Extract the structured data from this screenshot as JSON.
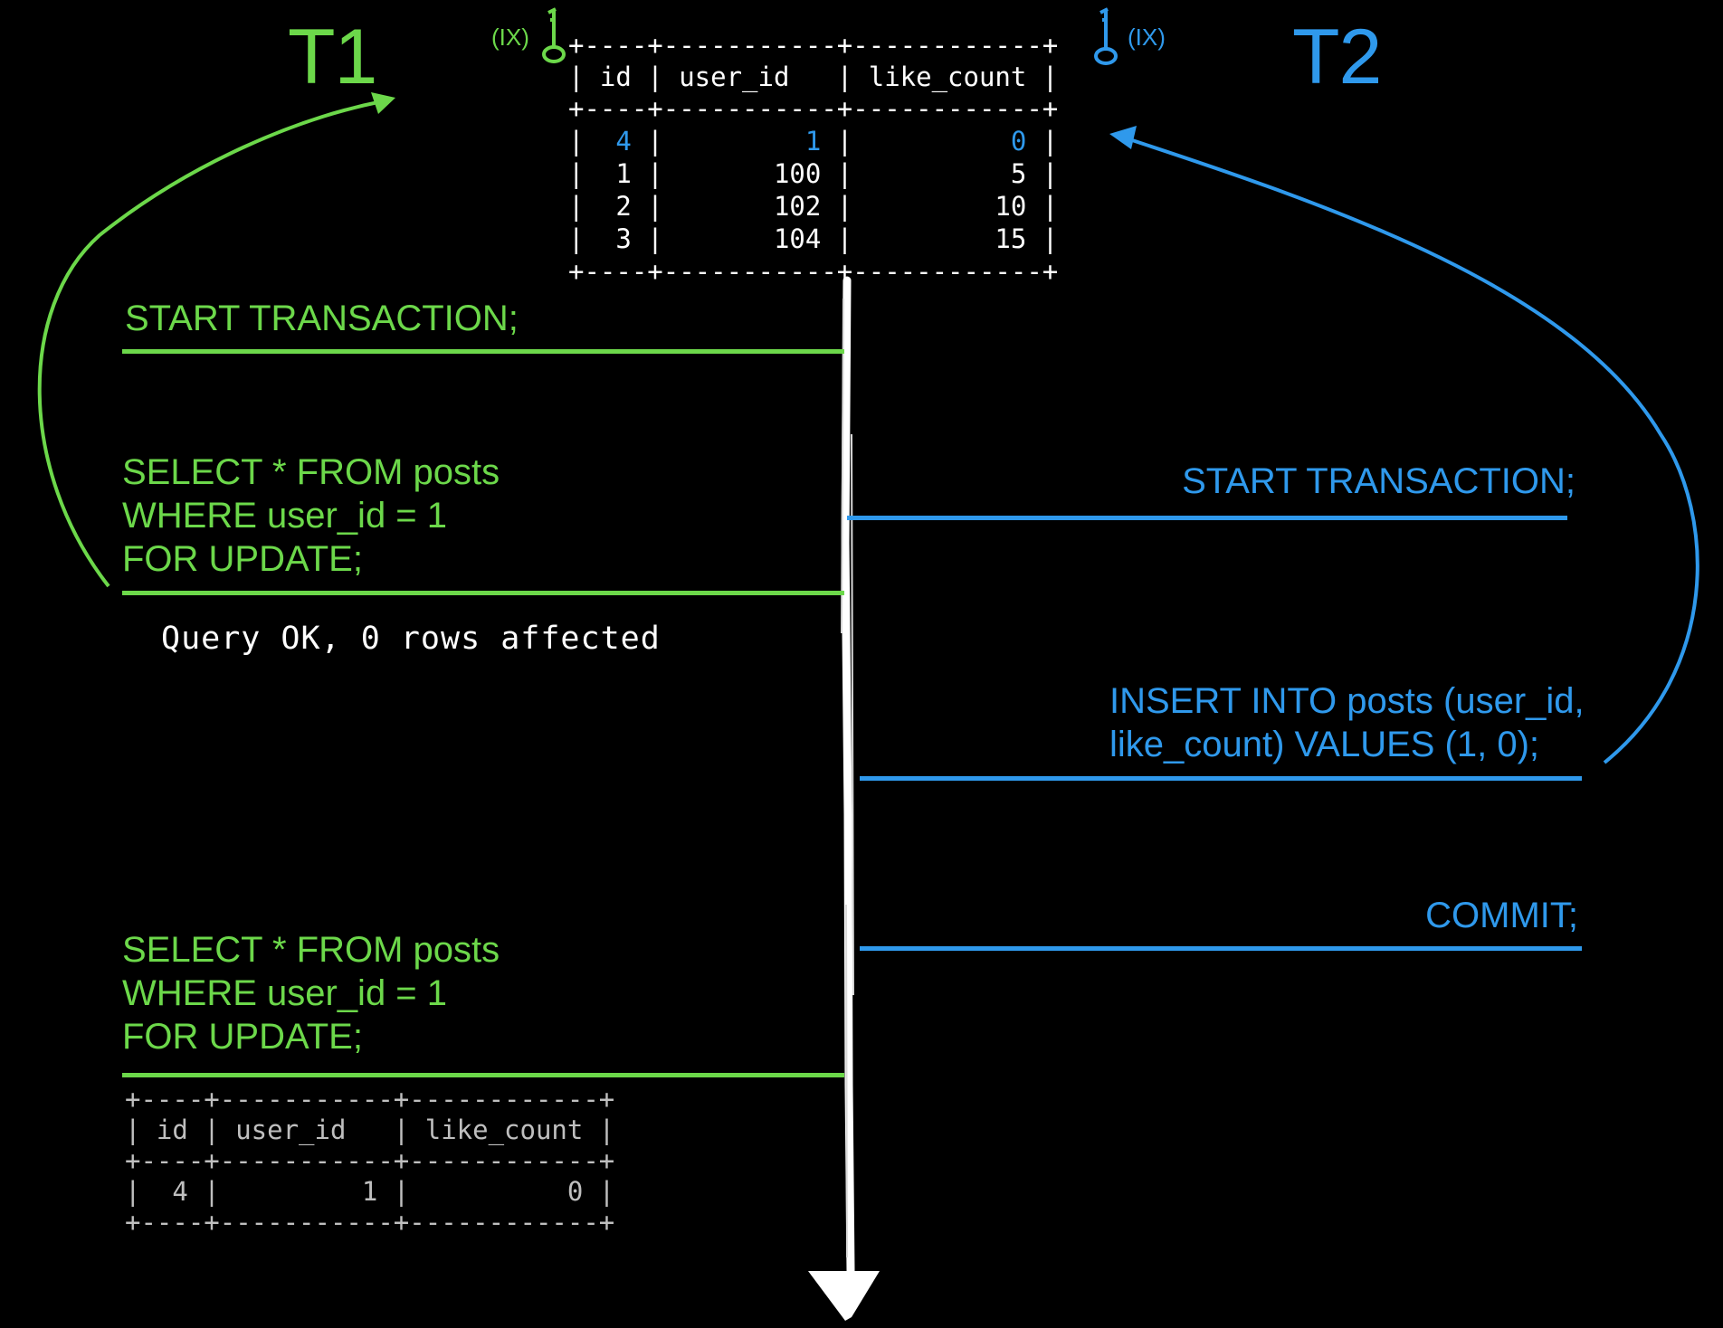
{
  "colors": {
    "background": "#000000",
    "t1": "#6cd84a",
    "t2": "#2f99ec",
    "timeline": "#ffffff",
    "text": "#ffffff",
    "result_table_text": "#bfbfbf"
  },
  "t1": {
    "label": "T1",
    "lock_label": "(IX)",
    "lock_icon": "key-icon",
    "steps": [
      {
        "text": "START TRANSACTION;"
      },
      {
        "text": "SELECT * FROM posts\nWHERE user_id = 1\nFOR UPDATE;"
      },
      {
        "text": "SELECT * FROM posts\nWHERE user_id = 1\nFOR UPDATE;"
      }
    ],
    "query_result": "Query OK, 0 rows affected"
  },
  "t2": {
    "label": "T2",
    "lock_label": "(IX)",
    "lock_icon": "key-icon",
    "steps": [
      {
        "text": "START TRANSACTION;"
      },
      {
        "text": "INSERT INTO posts (user_id,\nlike_count) VALUES (1, 0);"
      },
      {
        "text": "COMMIT;"
      }
    ]
  },
  "main_table": {
    "border_top": "+----+-----------+------------+",
    "header_row": "| id | user_id   | like_count |",
    "border_mid": "+----+-----------+------------+",
    "rows": [
      {
        "id": "4",
        "user_id": "1",
        "like_count": "0",
        "highlight": true
      },
      {
        "id": "1",
        "user_id": "100",
        "like_count": "5",
        "highlight": false
      },
      {
        "id": "2",
        "user_id": "102",
        "like_count": "10",
        "highlight": false
      },
      {
        "id": "3",
        "user_id": "104",
        "like_count": "15",
        "highlight": false
      }
    ],
    "border_bottom": "+----+-----------+------------+"
  },
  "result_table": {
    "border_top": "+----+-----------+------------+",
    "header_row": "| id | user_id   | like_count |",
    "border_mid": "+----+-----------+------------+",
    "row": "|  4 |         1 |          0 |",
    "border_bottom": "+----+-----------+------------+"
  },
  "timeline_icon": "arrow-down-icon"
}
